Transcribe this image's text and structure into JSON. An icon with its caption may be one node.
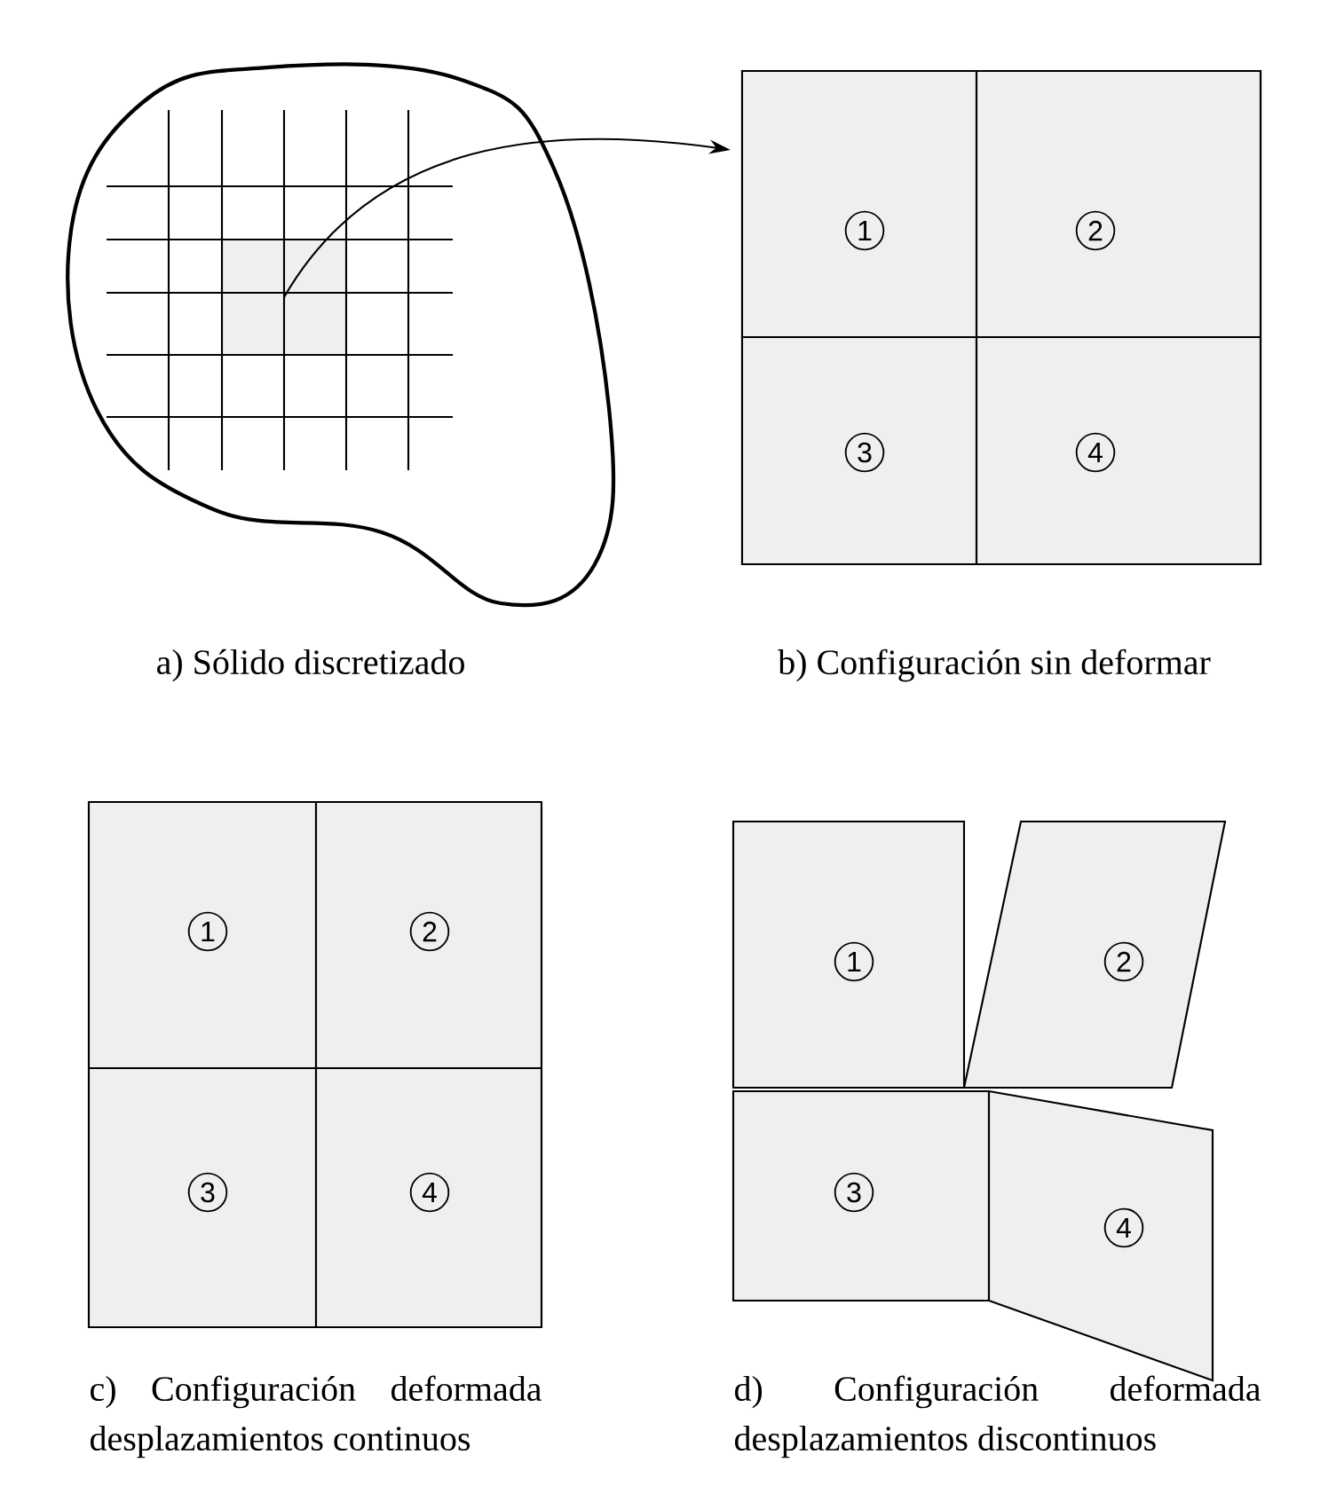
{
  "diagram": {
    "nodes": [
      {
        "text": [],
        "shape": "box"
      },
      {
        "text": [],
        "shape": "box"
      },
      {
        "text": [
          "1"
        ],
        "in": 1
      },
      {
        "text": [
          "2"
        ],
        "in": 1
      },
      {
        "text": [
          "3"
        ],
        "in": 1
      },
      {
        "text": [
          "4"
        ],
        "in": 1
      },
      {
        "text": [
          "1"
        ]
      },
      {
        "text": [
          "2"
        ]
      },
      {
        "text": [
          "3"
        ]
      },
      {
        "text": [
          "4"
        ]
      },
      {
        "text": [
          "1"
        ]
      },
      {
        "text": [
          "2"
        ]
      },
      {
        "text": [
          "3"
        ]
      },
      {
        "text": [
          "4"
        ]
      }
    ],
    "edges": [
      {
        "from": 0,
        "to": 1,
        "arrow": "to"
      }
    ],
    "labels": [
      "a) Sólido discretizado",
      "b) Configuración sin deformar",
      "c) Configuración deformada desplazamientos continuos",
      "d) Configuración deformada desplazamientos discontinuos"
    ]
  }
}
